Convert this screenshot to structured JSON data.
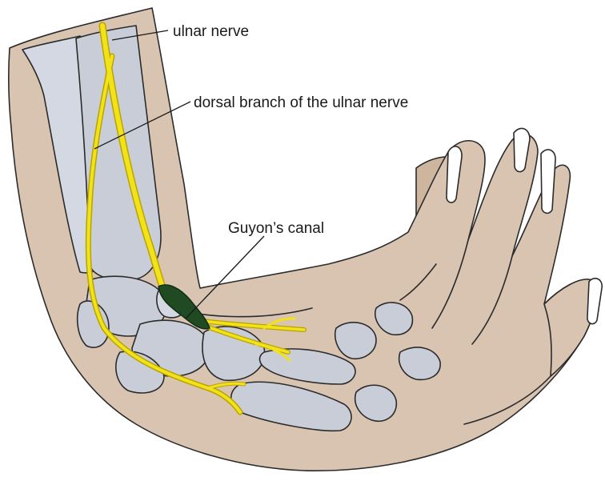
{
  "labels": {
    "ulnar_nerve": "ulnar nerve",
    "dorsal_branch": "dorsal branch of the ulnar nerve",
    "guyons_canal": "Guyon’s canal"
  },
  "colors": {
    "skin": "#d8c4b0",
    "bone": "#c9cdd8",
    "nerve": "#f2e21a",
    "nerve_outline": "#b8a400",
    "canal": "#1f4a22"
  }
}
